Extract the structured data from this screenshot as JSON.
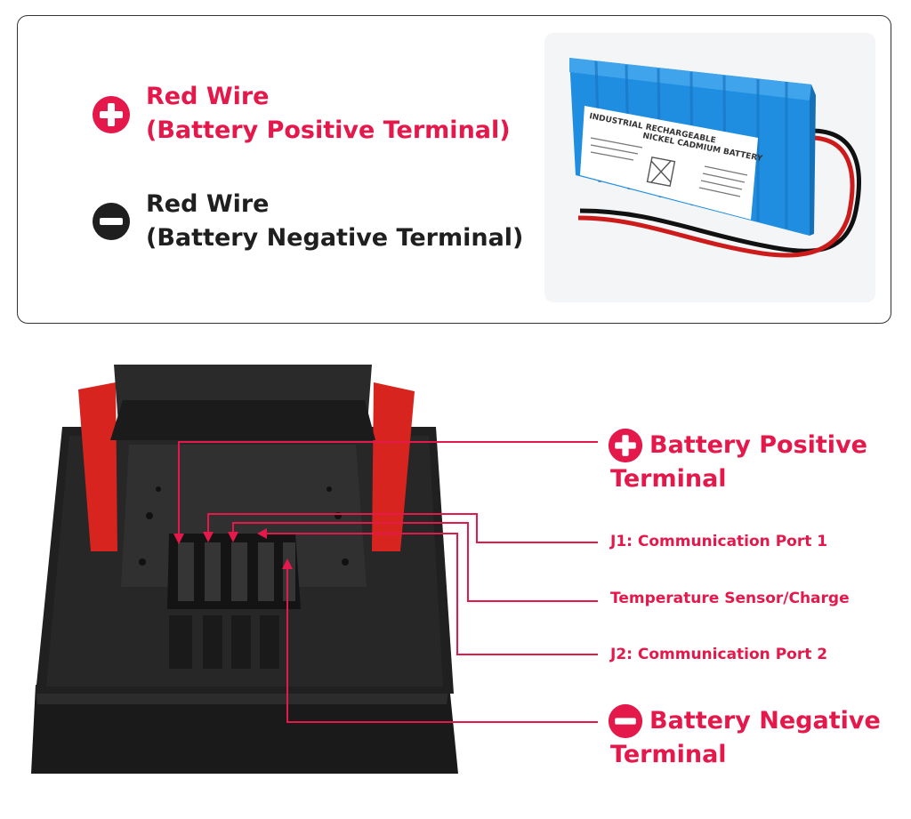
{
  "legend": {
    "positive": {
      "line1": "Red Wire",
      "line2": "(Battery Positive Terminal)",
      "icon": "plus-circle-icon",
      "color": "#e4184a"
    },
    "negative": {
      "line1": "Red Wire",
      "line2": "(Battery Negative Terminal)",
      "icon": "minus-circle-icon",
      "color": "#1f1f1f"
    }
  },
  "battery_pack_label": {
    "line1": "INDUSTRIAL RECHARGEABLE",
    "line2": "NICKEL CADMIUM BATTERY"
  },
  "callouts": {
    "positive_terminal": {
      "line1": "Battery Positive",
      "line2": "Terminal",
      "icon": "plus-circle-icon"
    },
    "j1": {
      "text": "J1: Communication Port 1"
    },
    "temp": {
      "text": "Temperature Sensor/Charge"
    },
    "j2": {
      "text": "J2: Communication Port 2"
    },
    "negative_terminal": {
      "line1": "Battery Negative",
      "line2": "Terminal",
      "icon": "minus-circle-icon"
    }
  },
  "colors": {
    "accent": "#e4184a",
    "dark": "#1f1f1f",
    "battery_blue": "#1f8ee0",
    "pack_black": "#1c1c1c",
    "pack_red": "#d8241f"
  }
}
